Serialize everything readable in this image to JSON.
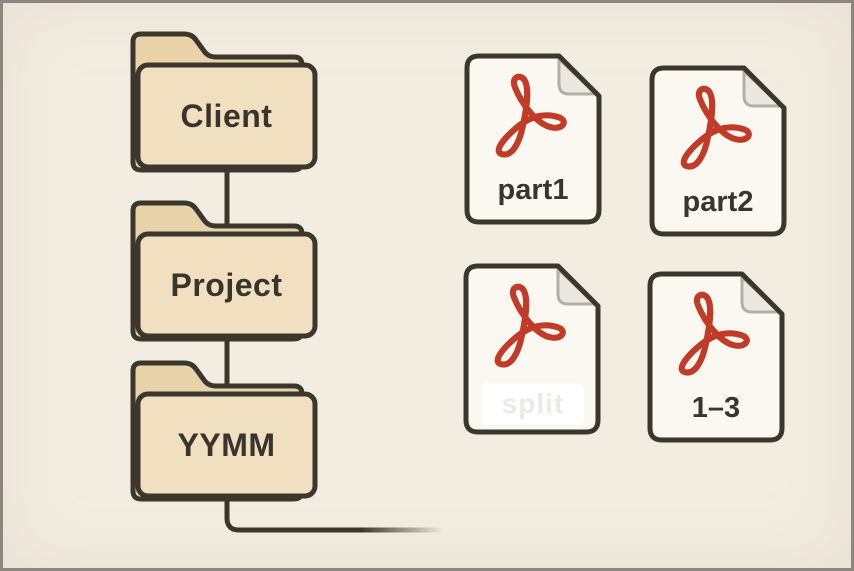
{
  "diagram_title": "Folder hierarchy with PDF files",
  "palette": {
    "background": "#f3ede1",
    "border": "#8a8781",
    "outline": "#3a382c",
    "folder_back": "#e9d3a9",
    "folder_front": "#f1e0bf",
    "doc_fill": "#fbf8f2",
    "doc_fold_fill": "#ebe8e2",
    "doc_fold_stroke": "#b2afa8",
    "pdf_red": "#c23b28",
    "label_color": "#38352c",
    "ghost_color": "#bfb49d",
    "patch_white": "#ffffff"
  },
  "folders": [
    {
      "label": "Client"
    },
    {
      "label": "Project"
    },
    {
      "label": "YYMM"
    }
  ],
  "documents": [
    {
      "label": "part1"
    },
    {
      "label": "part2"
    },
    {
      "label": "",
      "erased": true,
      "ghost_label": "split"
    },
    {
      "label": "1–3"
    }
  ],
  "connections": [
    "Client → Project",
    "Project → YYMM",
    "YYMM → files (fading elbow line)"
  ]
}
